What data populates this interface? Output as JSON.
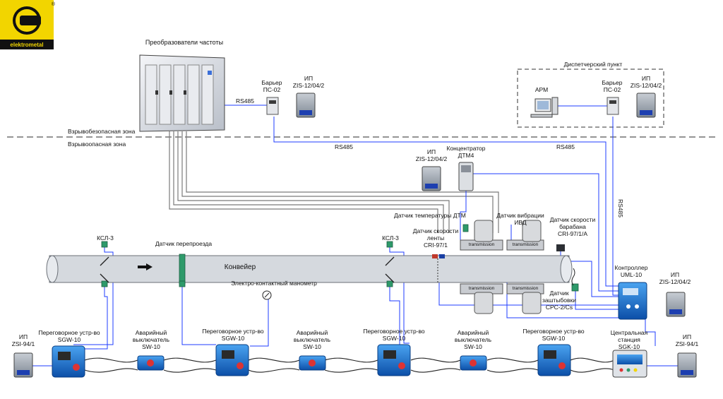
{
  "labels": {
    "freq_converters": "Преобразователи частоты",
    "rs485_a": "RS485",
    "rs485_b": "RS485",
    "rs485_c": "RS485",
    "rs485_vert": "RS485",
    "barrier_1": "Барьер\nПС-02",
    "ip_zis_1": "ИП\nZIS-12/04/2",
    "safe_zone": "Взрывобезопасная зона",
    "hazard_zone": "Взрывоопасная зона",
    "dispatch": "Диспетчерский пункт",
    "arm": "АРМ",
    "barrier_2": "Барьер\nПС-02",
    "ip_zis_2": "ИП\nZIS-12/04/2",
    "ip_zis_3": "ИП\nZIS-12/04/2",
    "concentrator": "Концентратор\nДТМ4",
    "temp_sensor": "Датчик температуры ДТМ",
    "vib_sensor": "Датчик вибрации\nИВД",
    "drum_speed": "Датчик скорости\nбарабана\nCRI-97/1/A",
    "belt_speed": "Датчик скорости\nленты\nCRI-97/1",
    "ksl_1": "КСЛ-3",
    "ksl_2": "КСЛ-3",
    "crossing_sensor": "Датчик перепроезда",
    "conveyor": "Конвейер",
    "manometer": "Электро-контактный манометр",
    "controller": "Контроллер\nUML-10",
    "ip_zis_4": "ИП\nZIS-12/04/2",
    "plug_sensor": "Датчик\nзаштыбовки\nCPC-2/Cs",
    "ip_zsi_left": "ИП\nZSI-94/1",
    "ip_zsi_right": "ИП\nZSI-94/1",
    "sgw_1": "Переговорное устр-во\nSGW-10",
    "sgw_2": "Переговорное устр-во\nSGW-10",
    "sgw_3": "Переговорное устр-во\nSGW-10",
    "sgw_4": "Переговорное устр-во\nSGW-10",
    "sw_1": "Аварийный\nвыключатель\nSW-10",
    "sw_2": "Аварийный\nвыключатель\nSW-10",
    "sw_3": "Аварийный\nвыключатель\nSW-10",
    "central_station": "Центральная\nстанция\nSGK-10",
    "transmission": "transmission",
    "logo_text": "elektrometal",
    "logo_reg": "®"
  },
  "colors": {
    "line_blue": "#1f3cff",
    "conveyor_fill": "#d5d9de",
    "device_blue": "#1a6fd1",
    "green": "#2e9a6a",
    "logo_yellow": "#f2d500",
    "zone_dash": "#555555"
  },
  "icons": {
    "frequency_converter": "cabinet-bank-icon",
    "barrier": "barrier-module-icon",
    "power_supply": "power-supply-icon",
    "workstation": "computer-workstation-icon",
    "intercom": "intercom-device-icon",
    "emergency_switch": "emergency-switch-icon",
    "central_station": "central-station-icon",
    "controller": "controller-icon",
    "motor": "drive-motor-icon",
    "gauge": "pressure-gauge-icon",
    "logo": "elektrometal-logo"
  }
}
